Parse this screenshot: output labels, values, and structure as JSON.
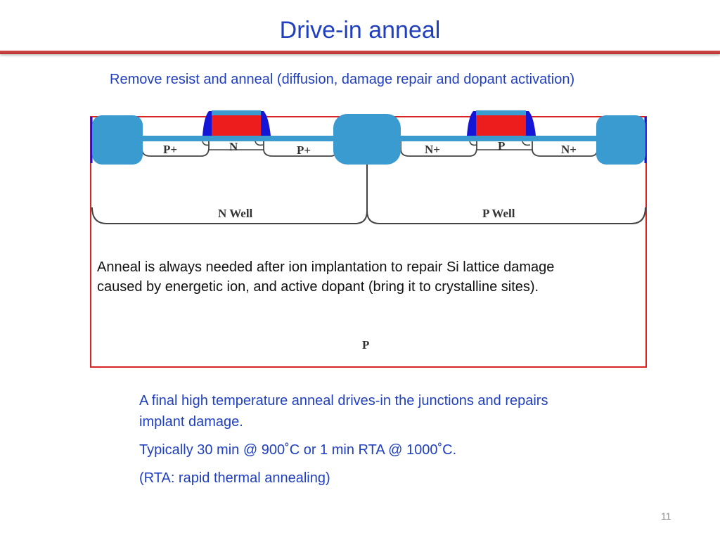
{
  "slide": {
    "title": "Drive-in anneal",
    "subtitle": "Remove resist and anneal (diffusion, damage repair and dopant activation)",
    "page_number": "11"
  },
  "diagram": {
    "labels": {
      "p_plus_left": "P+",
      "n_channel": "N",
      "p_plus_right": "P+",
      "n_plus_left": "N+",
      "p_channel": "P",
      "n_plus_right": "N+",
      "n_well": "N Well",
      "p_well": "P Well",
      "substrate": "P"
    },
    "note": "Anneal is always needed after ion implantation to repair Si lattice damage caused by energetic  ion, and active dopant (bring it to crystalline sites).",
    "colors": {
      "oxide": "#3a9bd0",
      "gate": "#ee1d1d",
      "spacer": "#1515d8",
      "substrate_outline": "#d82424",
      "well_outline": "#444444"
    }
  },
  "bullets": [
    "A final high temperature anneal drives-in the junctions and repairs implant damage.",
    "Typically 30 min @ 900˚C or 1 min RTA @ 1000˚C.",
    "(RTA: rapid thermal annealing)"
  ]
}
